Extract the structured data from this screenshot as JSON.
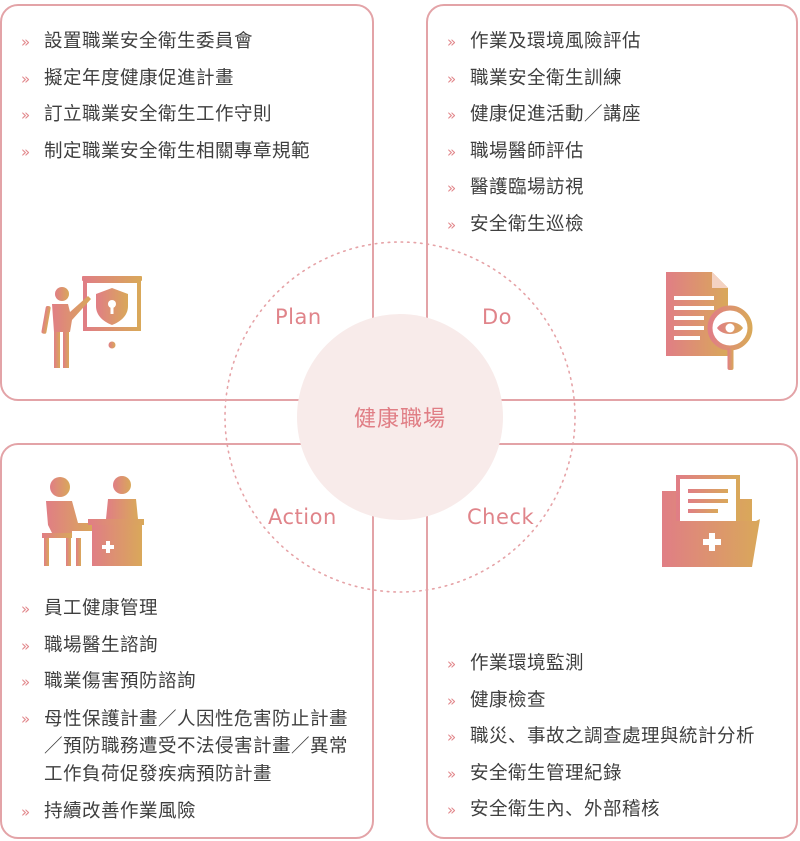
{
  "center": {
    "title": "健康職場"
  },
  "phases": {
    "plan": "Plan",
    "do": "Do",
    "action": "Action",
    "check": "Check"
  },
  "bullet": "»",
  "plan_items": [
    "設置職業安全衛生委員會",
    "擬定年度健康促進計畫",
    "訂立職業安全衛生工作守則",
    "制定職業安全衛生相關專章規範"
  ],
  "do_items": [
    "作業及環境風險評估",
    "職業安全衛生訓練",
    "健康促進活動／講座",
    "職場醫師評估",
    "醫護臨場訪視",
    "安全衛生巡檢"
  ],
  "action_items": [
    "員工健康管理",
    "職場醫生諮詢",
    "職業傷害預防諮詢",
    "母性保護計畫／人因性危害防止計畫／預防職務遭受不法侵害計畫／異常工作負荷促發疾病預防計畫",
    "持續改善作業風險"
  ],
  "check_items": [
    "作業環境監測",
    "健康檢查",
    "職災、事故之調查處理與統計分析",
    "安全衛生管理紀錄",
    "安全衛生內、外部稽核"
  ],
  "icons": {
    "plan": "presenter-shield-icon",
    "do": "document-magnifier-icon",
    "action": "consultation-desk-icon",
    "check": "medical-folder-icon"
  },
  "colors": {
    "border": "#e3a3a7",
    "accent": "#e0848a",
    "gradient_start": "#e07e85",
    "gradient_end": "#d9a85a",
    "center_fill": "#f8ebea",
    "text": "#3f3f3f"
  }
}
